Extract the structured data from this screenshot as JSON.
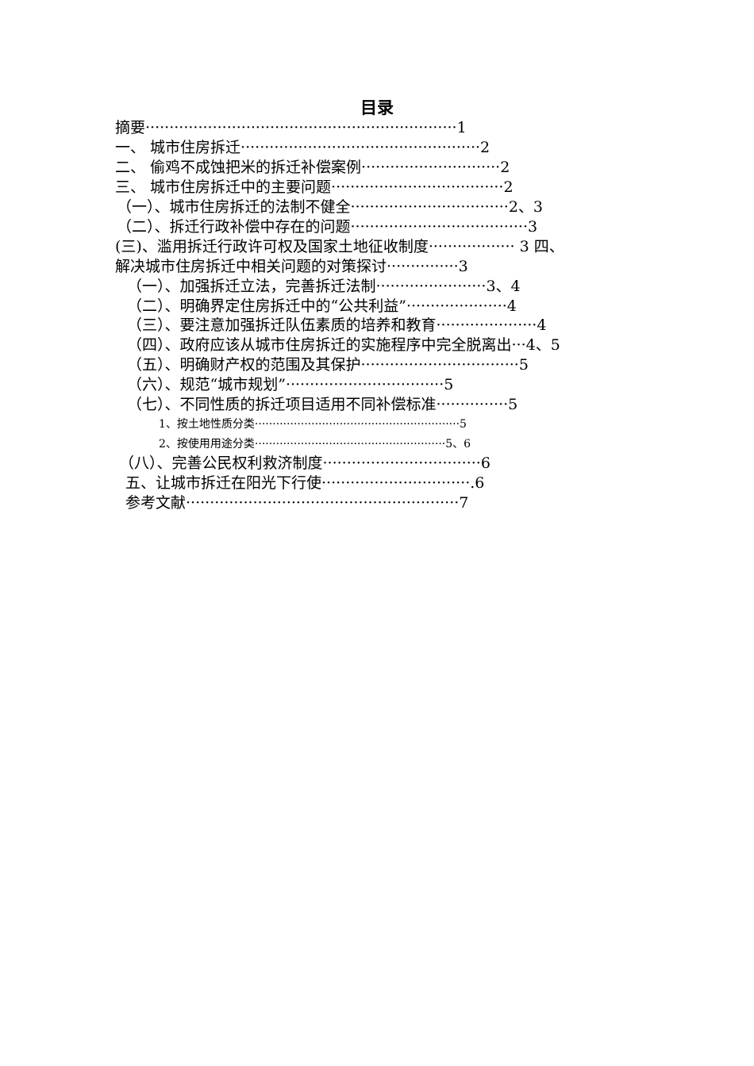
{
  "title": "目录",
  "entries": [
    {
      "text": "摘要",
      "dots": "·································································",
      "page": "1"
    },
    {
      "text": "一、   城市住房拆迁",
      "dots": "··················································",
      "page": "2"
    },
    {
      "text": "二、  偷鸡不成蚀把米的拆迁补偿案例",
      "dots": "·····························",
      "page": "2"
    },
    {
      "text": "三、   城市住房拆迁中的主要问题",
      "dots": "····································",
      "page": "2"
    },
    {
      "text": "（一）、城市住房拆迁的法制不健全",
      "dots": "·································",
      "page": "2、3"
    },
    {
      "text": "（二）、拆迁行政补偿中存在的问题",
      "dots": "·····································",
      "page": "3"
    },
    {
      "text": "(三)、滥用拆迁行政许可权及国家土地征收制度",
      "dots": "··················",
      "page": " 3 四、"
    },
    {
      "text": "解决城市住房拆迁中相关问题的对策探讨",
      "dots": "···············",
      "page": "3"
    },
    {
      "text": "（一）、加强拆迁立法，完善拆迁法制",
      "dots": "·······················",
      "page": "3、4"
    },
    {
      "text": "（二）、明确界定住房拆迁中的“公共利益”",
      "dots": "·····················",
      "page": "4"
    },
    {
      "text": "（三）、要注意加强拆迁队伍素质的培养和教育",
      "dots": "·····················",
      "page": "4"
    },
    {
      "text": "（四）、政府应该从城市住房拆迁的实施程序中完全脱离出",
      "dots": "···",
      "page": "4、5"
    },
    {
      "text": "（五）、明确财产权的范围及其保护",
      "dots": "·································",
      "page": "5"
    },
    {
      "text": "（六）、规范“城市规划”",
      "dots": "·································",
      "page": "5"
    },
    {
      "text": "（七）、不同性质的拆迁项目适用不同补偿标准",
      "dots": "···············",
      "page": "5"
    },
    {
      "text": "1、按土地性质分类",
      "dots": "··························································",
      "page": "5"
    },
    {
      "text": "2、按使用用途分类",
      "dots": "······················································",
      "page": "5、6"
    },
    {
      "text": "（八）、完善公民权利救济制度",
      "dots": "·································",
      "page": "6"
    },
    {
      "text": "五、让城市拆迁在阳光下行使",
      "dots": "·······························",
      "page": ".6"
    },
    {
      "text": "参考文献",
      "dots": "·························································",
      "page": "7"
    }
  ]
}
